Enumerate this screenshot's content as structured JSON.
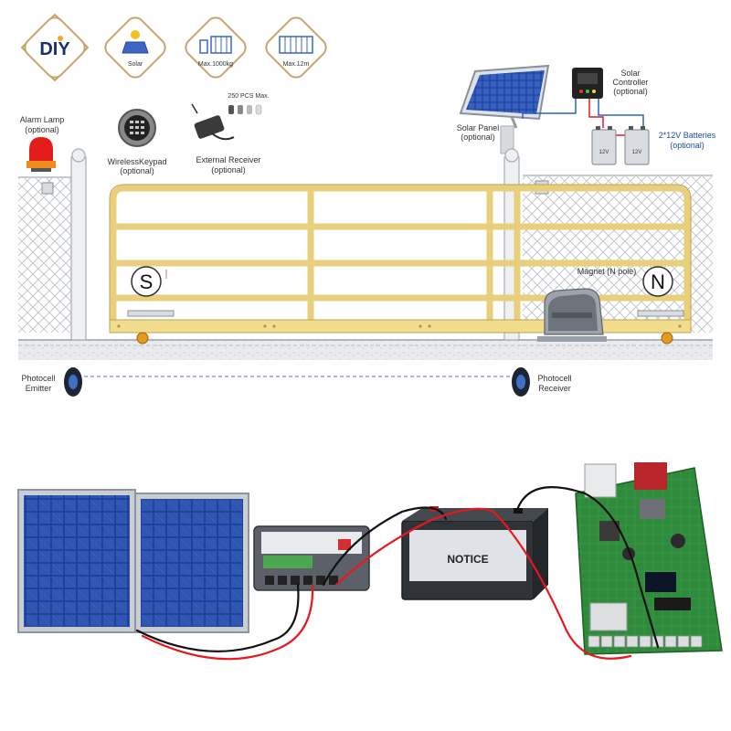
{
  "features": [
    {
      "icon": "diy-logo-icon",
      "logo_text": "DIY"
    },
    {
      "icon": "solar-panel-icon",
      "label": "Solar"
    },
    {
      "icon": "weight-icon",
      "label": "Max.1000kg"
    },
    {
      "icon": "gate-length-icon",
      "label": "Max.12m"
    }
  ],
  "accessories": {
    "alarm_lamp": {
      "name": "Alarm Lamp",
      "note": "(optional)"
    },
    "keypad": {
      "name": "WirelessKeypad",
      "note": "(optional)"
    },
    "receiver": {
      "name": "External Receiver",
      "note": "(optional)",
      "capacity": "250 PCS Max."
    },
    "solar_panel": {
      "name": "Solar Panel",
      "note": "(optional)"
    },
    "solar_controller": {
      "name": "Solar",
      "name2": "Controller",
      "note": "(optional)"
    },
    "batteries": {
      "name": "2*12V Batteries",
      "note": "(optional)",
      "cell_label": "12V"
    }
  },
  "gate": {
    "magnet_s": "S",
    "magnet_n": "N",
    "magnet_label": "Magnet (N pole)"
  },
  "photocells": {
    "emitter": {
      "line1": "Photocell",
      "line2": "Emitter"
    },
    "receiver": {
      "line1": "Photocell",
      "line2": "Receiver"
    }
  },
  "wiring": {
    "battery_brand": "NOTICE"
  },
  "colors": {
    "accent": "#c9a46a",
    "gate": "#f2dc8e",
    "wire_red": "#e8181e",
    "wire_black": "#111111",
    "battery_label": "#1a4fa0"
  }
}
